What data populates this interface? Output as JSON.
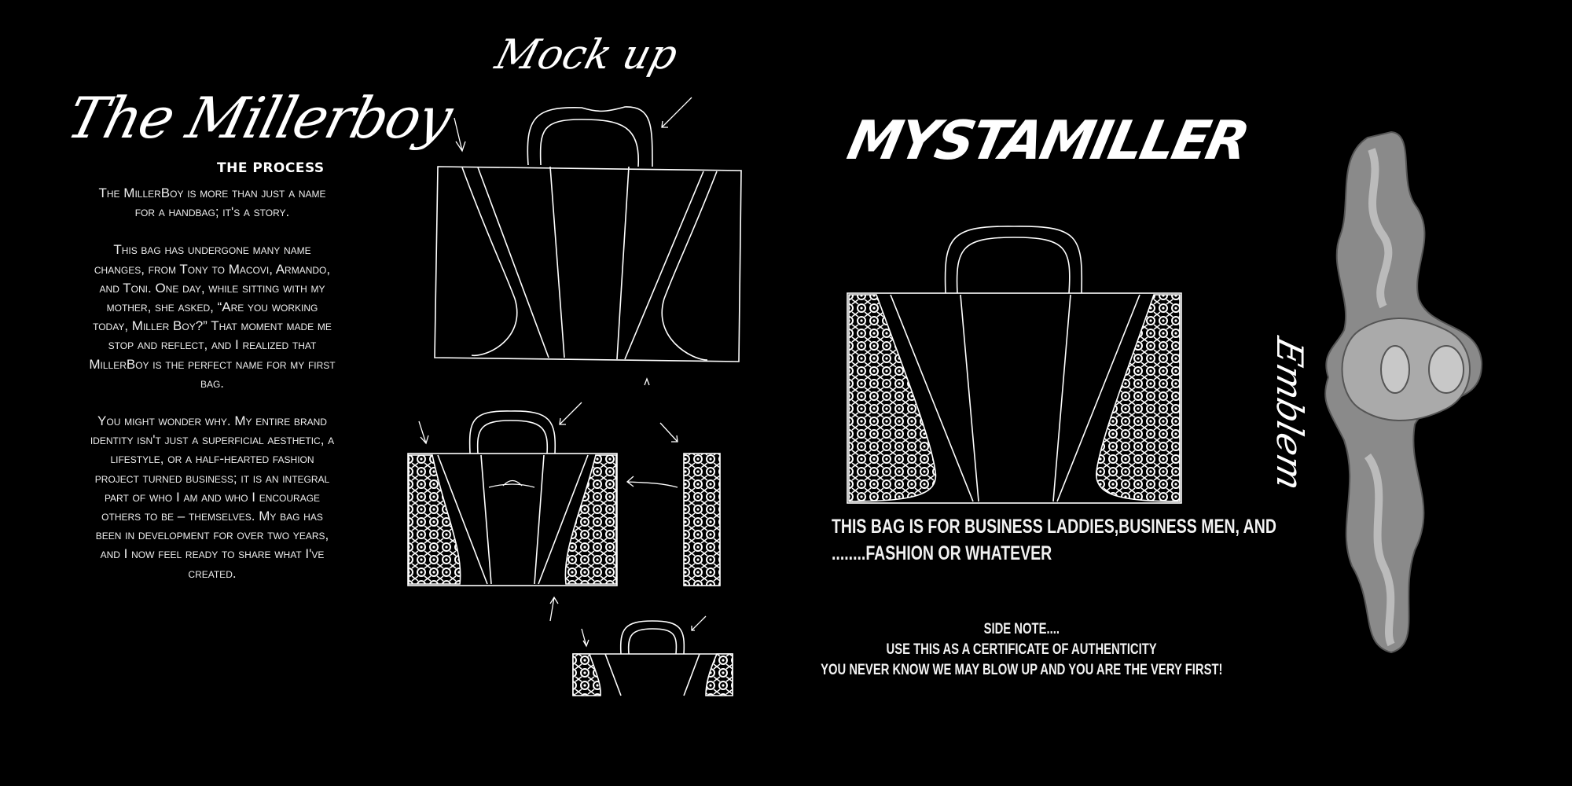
{
  "left_panel": {
    "title": "The Millerboy",
    "subtitle": "THE PROCESS",
    "paragraphs": [
      "The MillerBoy is more than just a name for a handbag; it's a story.",
      "This bag has undergone many name changes, from Tony to Macovi, Armando, and Toni. One day, while sitting with my mother, she asked, “Are you working today, Miller Boy?” That moment made me stop and reflect, and I realized that MillerBoy is the perfect name for my first bag.",
      "You might wonder why. My entire brand identity isn't just a superficial aesthetic, a lifestyle, or a half-hearted fashion project turned business; it is an integral part of who I am and who I encourage others to be – themselves. My bag has been in development for over two years, and I now feel ready to share what I've created."
    ]
  },
  "mockup": {
    "label": "Mock up"
  },
  "right_panel": {
    "brand": "MYSTAMILLER",
    "audience_line1": "THIS BAG IS FOR BUSINESS LADDIES,BUSINESS MEN, AND",
    "audience_line2": "........FASHION OR WHATEVER",
    "side_note": [
      "SIDE NOTE....",
      "USE THIS AS A CERTIFICATE OF AUTHENTICITY",
      "YOU NEVER KNOW WE MAY BLOW UP AND YOU ARE THE VERY FIRST!"
    ],
    "emblem_label": "Emblem"
  },
  "colors": {
    "background": "#000000",
    "ink": "#ffffff",
    "emblem_light": "#b0b0b0",
    "emblem_dark": "#8a8a8a"
  }
}
